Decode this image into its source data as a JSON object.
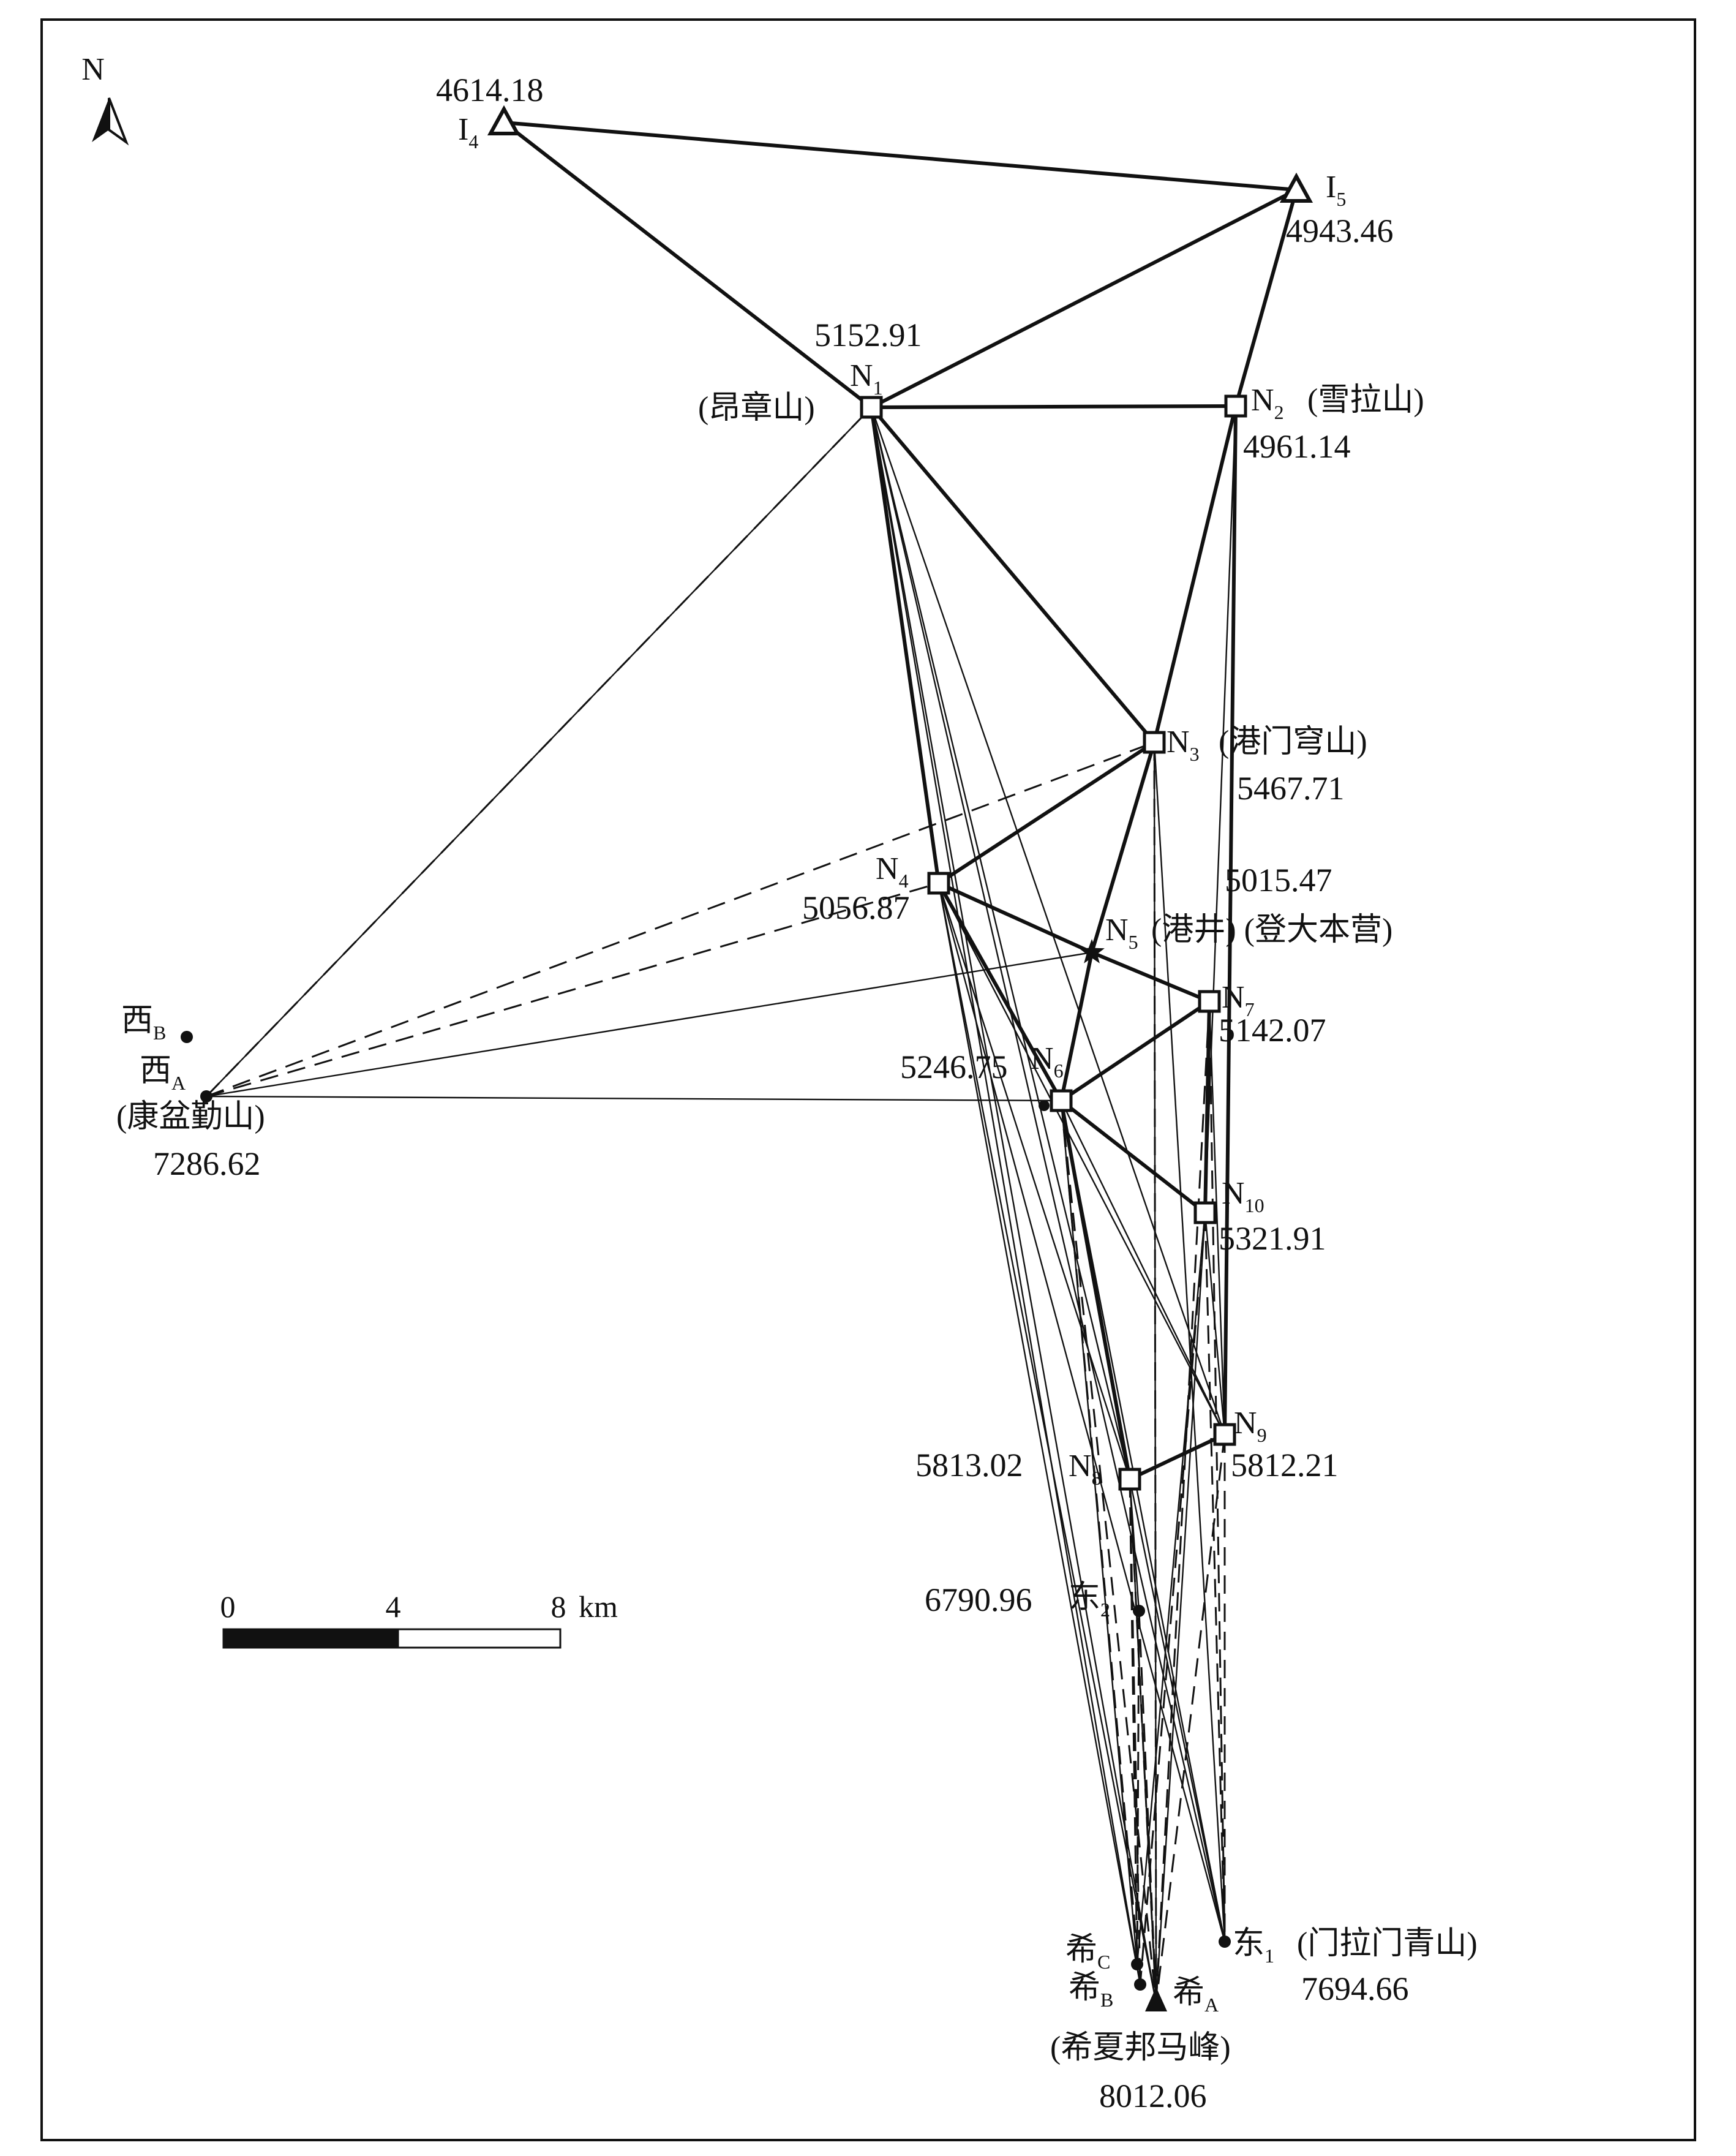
{
  "north_arrow": {
    "label": "N"
  },
  "scale_bar": {
    "ticks": [
      "0",
      "4",
      "8"
    ],
    "unit": "km"
  },
  "stations": [
    {
      "id": "I4",
      "base": "I",
      "sub": "4",
      "name": "",
      "elevation": "4614.18",
      "symbol": "triangle"
    },
    {
      "id": "I5",
      "base": "I",
      "sub": "5",
      "name": "",
      "elevation": "4943.46",
      "symbol": "triangle"
    },
    {
      "id": "N1",
      "base": "N",
      "sub": "1",
      "name": "(昂章山)",
      "elevation": "5152.91",
      "symbol": "square"
    },
    {
      "id": "N2",
      "base": "N",
      "sub": "2",
      "name": "(雪拉山)",
      "elevation": "4961.14",
      "symbol": "square"
    },
    {
      "id": "N3",
      "base": "N",
      "sub": "3",
      "name": "(港门穹山)",
      "elevation": "5467.71",
      "symbol": "square"
    },
    {
      "id": "N4",
      "base": "N",
      "sub": "4",
      "name": "",
      "elevation": "5056.87",
      "symbol": "square"
    },
    {
      "id": "N5",
      "base": "N",
      "sub": "5",
      "name": "(港井) (登大本营)",
      "elevation": "5015.47",
      "symbol": "star"
    },
    {
      "id": "N6",
      "base": "N",
      "sub": "6",
      "name": "",
      "elevation": "5246.75",
      "symbol": "square"
    },
    {
      "id": "N7",
      "base": "N",
      "sub": "7",
      "name": "",
      "elevation": "5142.07",
      "symbol": "square"
    },
    {
      "id": "N8",
      "base": "N",
      "sub": "8",
      "name": "",
      "elevation": "5813.02",
      "symbol": "square"
    },
    {
      "id": "N9",
      "base": "N",
      "sub": "9",
      "name": "",
      "elevation": "5812.21",
      "symbol": "square"
    },
    {
      "id": "N10",
      "base": "N",
      "sub": "10",
      "name": "",
      "elevation": "5321.91",
      "symbol": "square"
    },
    {
      "id": "XiA",
      "base": "西",
      "sub": "A",
      "name": "(康盆勤山)",
      "elevation": "7286.62",
      "symbol": "dot"
    },
    {
      "id": "XiB",
      "base": "西",
      "sub": "B",
      "name": "",
      "elevation": "",
      "symbol": "dot"
    },
    {
      "id": "Dong1",
      "base": "东",
      "sub": "1",
      "name": "(门拉门青山)",
      "elevation": "7694.66",
      "symbol": "dot"
    },
    {
      "id": "Dong2",
      "base": "东",
      "sub": "2",
      "name": "",
      "elevation": "6790.96",
      "symbol": "dot"
    },
    {
      "id": "XA",
      "base": "希",
      "sub": "A",
      "name": "(希夏邦马峰)",
      "elevation": "8012.06",
      "symbol": "filled-triangle"
    },
    {
      "id": "XB",
      "base": "希",
      "sub": "B",
      "name": "",
      "elevation": "",
      "symbol": "dot"
    },
    {
      "id": "XC",
      "base": "希",
      "sub": "C",
      "name": "",
      "elevation": "",
      "symbol": "dot"
    }
  ],
  "links": {
    "main": [
      [
        "I4",
        "I5"
      ],
      [
        "I4",
        "N1"
      ],
      [
        "I5",
        "N1"
      ],
      [
        "I5",
        "N2"
      ],
      [
        "N1",
        "N2"
      ],
      [
        "N1",
        "N3"
      ],
      [
        "N2",
        "N3"
      ],
      [
        "N1",
        "N4"
      ],
      [
        "N3",
        "N4"
      ],
      [
        "N3",
        "N5"
      ],
      [
        "N4",
        "N5"
      ],
      [
        "N5",
        "N6"
      ],
      [
        "N5",
        "N7"
      ],
      [
        "N6",
        "N7"
      ],
      [
        "N6",
        "N10"
      ],
      [
        "N6",
        "N8"
      ],
      [
        "N4",
        "N6"
      ],
      [
        "N8",
        "N9"
      ],
      [
        "N2",
        "N9"
      ],
      [
        "N7",
        "N10"
      ]
    ],
    "thin": [
      [
        "N1",
        "XiA"
      ],
      [
        "N5",
        "XiA"
      ],
      [
        "N6",
        "XiA"
      ],
      [
        "N1",
        "N8"
      ],
      [
        "N1",
        "N9"
      ],
      [
        "N1",
        "Dong1"
      ],
      [
        "N1",
        "XA"
      ],
      [
        "N1",
        "XB"
      ],
      [
        "N4",
        "N8"
      ],
      [
        "N4",
        "XA"
      ],
      [
        "N4",
        "XB"
      ],
      [
        "N4",
        "Dong1"
      ],
      [
        "N4",
        "N9"
      ],
      [
        "N3",
        "Dong1"
      ],
      [
        "N3",
        "XA"
      ],
      [
        "N6",
        "Dong1"
      ],
      [
        "N6",
        "XC"
      ],
      [
        "N8",
        "Dong1"
      ],
      [
        "N8",
        "XA"
      ],
      [
        "N8",
        "Dong2"
      ],
      [
        "N9",
        "N10"
      ],
      [
        "N7",
        "N9"
      ],
      [
        "N10",
        "XA"
      ],
      [
        "N10",
        "XC"
      ],
      [
        "N6",
        "N9"
      ],
      [
        "N2",
        "N10"
      ]
    ],
    "dashed": [
      [
        "XiA",
        "N3"
      ],
      [
        "XiA",
        "N4"
      ],
      [
        "XiA",
        "N1"
      ],
      [
        "N8",
        "XA"
      ],
      [
        "N8",
        "XB"
      ],
      [
        "N8",
        "XC"
      ],
      [
        "Dong2",
        "XA"
      ],
      [
        "Dong2",
        "XC"
      ],
      [
        "N9",
        "Dong1"
      ],
      [
        "N9",
        "XA"
      ],
      [
        "N7",
        "Dong1"
      ],
      [
        "N7",
        "XA"
      ],
      [
        "N10",
        "Dong1"
      ],
      [
        "N3",
        "XA"
      ],
      [
        "N6",
        "XA"
      ],
      [
        "N6",
        "XB"
      ],
      [
        "N10",
        "XB"
      ]
    ]
  }
}
